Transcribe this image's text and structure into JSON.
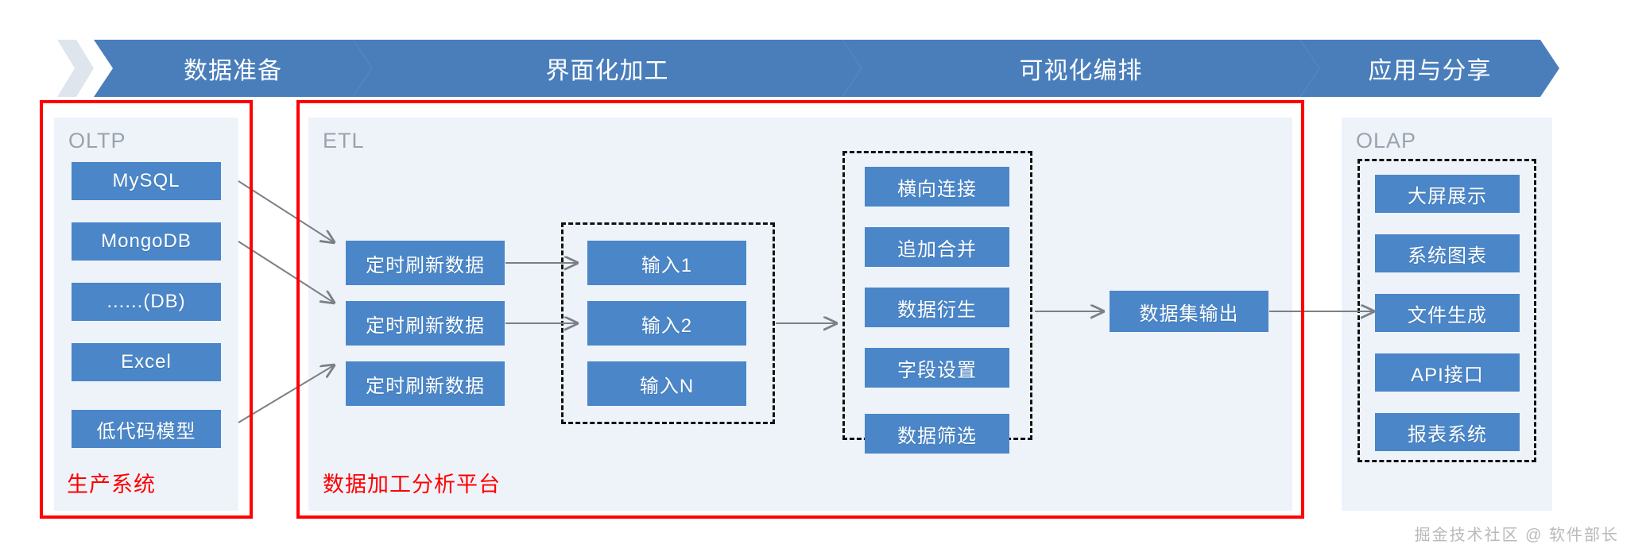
{
  "banner": {
    "stages": [
      {
        "label": "数据准备"
      },
      {
        "label": "界面化加工"
      },
      {
        "label": "可视化编排"
      },
      {
        "label": "应用与分享"
      }
    ]
  },
  "colors": {
    "node_blue": "#4a86c8",
    "banner_blue": "#4a7ebb",
    "panel_bg": "#eef3fa",
    "outline_red": "#ff0000",
    "caption_red": "#ff0000",
    "panel_title_gray": "#9aa3ad",
    "watermark_gray": "#b9b9b9"
  },
  "production_group": {
    "caption": "生产系统",
    "panel_title": "OLTP",
    "sources": [
      {
        "label": "MySQL"
      },
      {
        "label": "MongoDB"
      },
      {
        "label": "......(DB)"
      },
      {
        "label": "Excel"
      },
      {
        "label": "低代码模型"
      }
    ]
  },
  "platform_group": {
    "caption": "数据加工分析平台",
    "panel_title": "ETL",
    "schedulers": [
      {
        "label": "定时刷新数据"
      },
      {
        "label": "定时刷新数据"
      },
      {
        "label": "定时刷新数据"
      }
    ],
    "inputs": [
      {
        "label": "输入1"
      },
      {
        "label": "输入2"
      },
      {
        "label": "输入N"
      }
    ],
    "transforms": [
      {
        "label": "横向连接"
      },
      {
        "label": "追加合并"
      },
      {
        "label": "数据衍生"
      },
      {
        "label": "字段设置"
      },
      {
        "label": "数据筛选"
      }
    ],
    "output": {
      "label": "数据集输出"
    }
  },
  "consumption_group": {
    "panel_title": "OLAP",
    "targets": [
      {
        "label": "大屏展示"
      },
      {
        "label": "系统图表"
      },
      {
        "label": "文件生成"
      },
      {
        "label": "API接口"
      },
      {
        "label": "报表系统"
      }
    ]
  },
  "watermark": {
    "text": "掘金技术社区 @ 软件部长"
  }
}
